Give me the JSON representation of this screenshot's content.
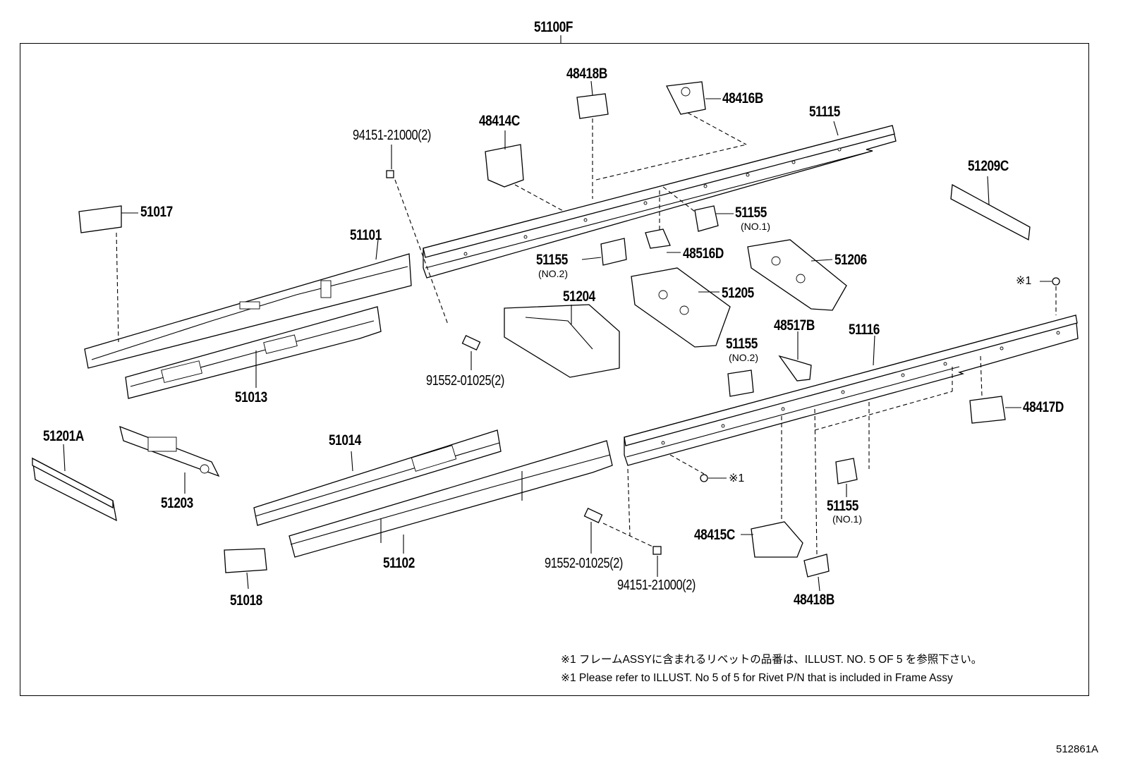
{
  "title": "51100F",
  "illustration_id": "512861A",
  "labels": {
    "p48418B_top": "48418B",
    "p48416B": "48416B",
    "p51115": "51115",
    "p48414C": "48414C",
    "p94151_top": "94151-21000(2)",
    "p51209C": "51209C",
    "p51017": "51017",
    "p51101": "51101",
    "p51155_no1_top": "51155",
    "p51155_no1_top_sub": "(NO.1)",
    "p51155_no2_left": "51155",
    "p51155_no2_left_sub": "(NO.2)",
    "p48516D": "48516D",
    "p51206": "51206",
    "p51204": "51204",
    "p51205": "51205",
    "p_ref1_top": "※1",
    "p48517B": "48517B",
    "p51116": "51116",
    "p51155_no2_mid": "51155",
    "p51155_no2_mid_sub": "(NO.2)",
    "p51013": "51013",
    "p91552_top": "91552-01025(2)",
    "p48417D": "48417D",
    "p51201A": "51201A",
    "p51014": "51014",
    "p_ref1_mid": "※1",
    "p51203": "51203",
    "p51155_no1_bot": "51155",
    "p51155_no1_bot_sub": "(NO.1)",
    "p48415C": "48415C",
    "p51102": "51102",
    "p91552_bot": "91552-01025(2)",
    "p94151_bot": "94151-21000(2)",
    "p48418B_bot": "48418B",
    "p51018": "51018"
  },
  "notes": {
    "jp": "※1 フレームASSYに含まれるリベットの品番は、ILLUST. NO. 5  OF  5  を参照下さい。",
    "en": "※1 Please refer to ILLUST. No 5 of 5 for Rivet P/N that is included in Frame Assy"
  }
}
